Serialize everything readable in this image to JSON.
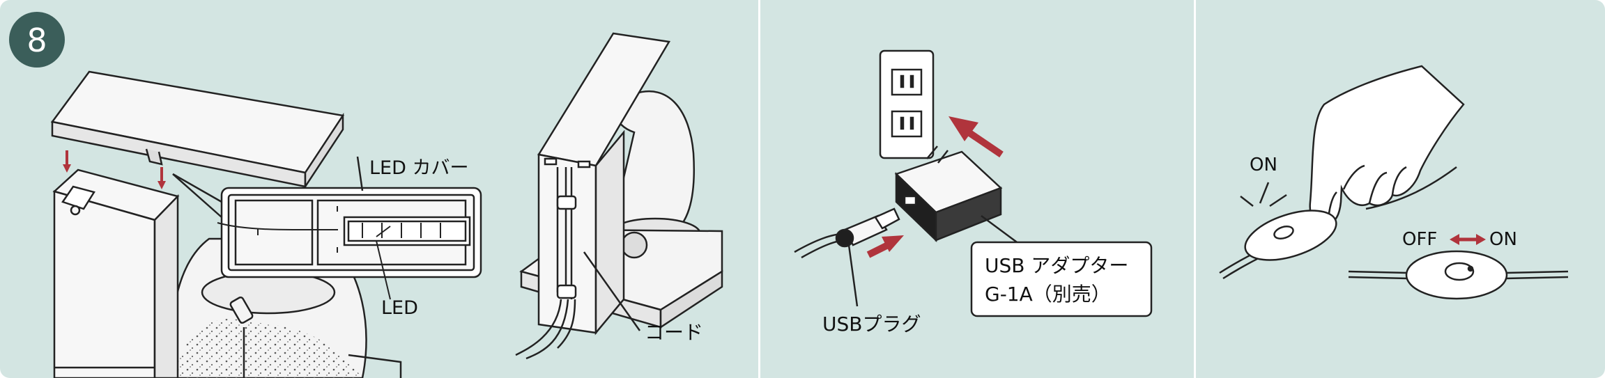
{
  "step": {
    "number": "8"
  },
  "panel1": {
    "cover_label": "LED カバー",
    "led_label": "LED"
  },
  "panel2": {
    "cord_label": "コード"
  },
  "panel3": {
    "adapter_label_line1": "USB アダプター",
    "adapter_label_line2": "G-1A（別売）",
    "plug_label": "USBプラグ"
  },
  "panel4": {
    "on_label": "ON",
    "off_label": "OFF",
    "on_label_2": "ON"
  },
  "colors": {
    "panel_bg": "#d3e5e2",
    "badge_bg": "#3b5e5a",
    "arrow_red": "#b0343c",
    "line": "#222222"
  }
}
